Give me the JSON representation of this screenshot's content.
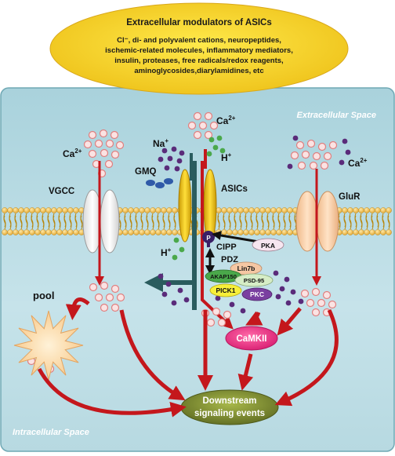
{
  "modulators": {
    "title": "Extracellular modulators of ASICs",
    "lines": [
      "Cl⁻, di- and polyvalent cations, neuropeptides,",
      "ischemic-related molecules, inflammatory mediators,",
      "insulin, proteases, free radicals/redox reagents,",
      "aminoglycosides,diarylamidines, etc"
    ]
  },
  "regions": {
    "extracellular": "Extracellular Space",
    "intracellular": "Intracellular Space"
  },
  "ions": {
    "ca_left": "Ca",
    "ca_top": "Ca",
    "ca_right": "Ca",
    "ca_sup": "2+",
    "na": "Na",
    "na_sup": "+",
    "h_top": "H",
    "h_top_sup": "+",
    "h_bottom": "H",
    "h_bottom_sup": "+"
  },
  "labels": {
    "vgcc": "VGCC",
    "gmq": "GMQ",
    "asics": "ASICs",
    "glur": "GluR",
    "pool": "pool",
    "cipp": "CIPP",
    "pdz": "PDZ",
    "p": "P"
  },
  "proteins": {
    "pka": "PKA",
    "lin7b": "Lin7b",
    "akap150": "AKAP150",
    "psd95": "PSD-95",
    "pick1": "PICK1",
    "pkc": "PKC",
    "camkii": "CaMKII"
  },
  "downstream": {
    "line1": "Downstream",
    "line2": "signaling events"
  },
  "colors": {
    "cell": "#bcdde3",
    "modulator": "#f4d21c",
    "arrow": "#c4171c",
    "channel_yellow": "#e8b80c",
    "glur": "#f5c9a0",
    "calcium": "#f2b8b8",
    "sodium": "#5a2b7a",
    "proton": "#4aa84a",
    "gmq": "#2f5aa8",
    "downstream": "#6b7a2a"
  }
}
